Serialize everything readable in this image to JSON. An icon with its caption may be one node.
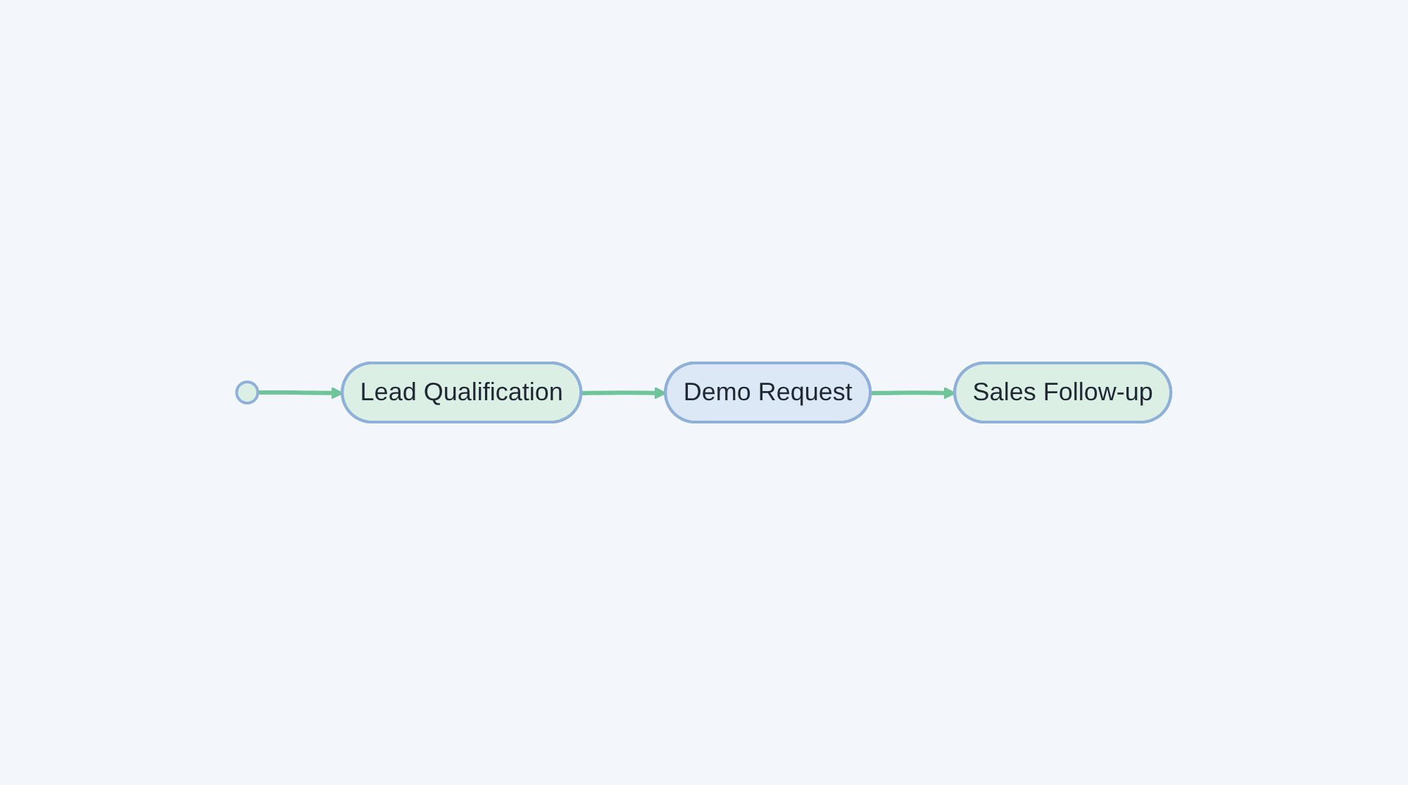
{
  "diagram": {
    "nodes": [
      {
        "text": [],
        "shape": "circle"
      },
      {
        "text": [
          "Lead Qualification"
        ]
      },
      {
        "text": [
          "Demo Request"
        ]
      },
      {
        "text": [
          "Sales Follow-up"
        ]
      }
    ],
    "edges": [
      {
        "from": 0,
        "to": 1,
        "arrow": "to"
      },
      {
        "from": 1,
        "to": 2,
        "arrow": "to"
      },
      {
        "from": 2,
        "to": 3,
        "arrow": "to"
      }
    ]
  }
}
